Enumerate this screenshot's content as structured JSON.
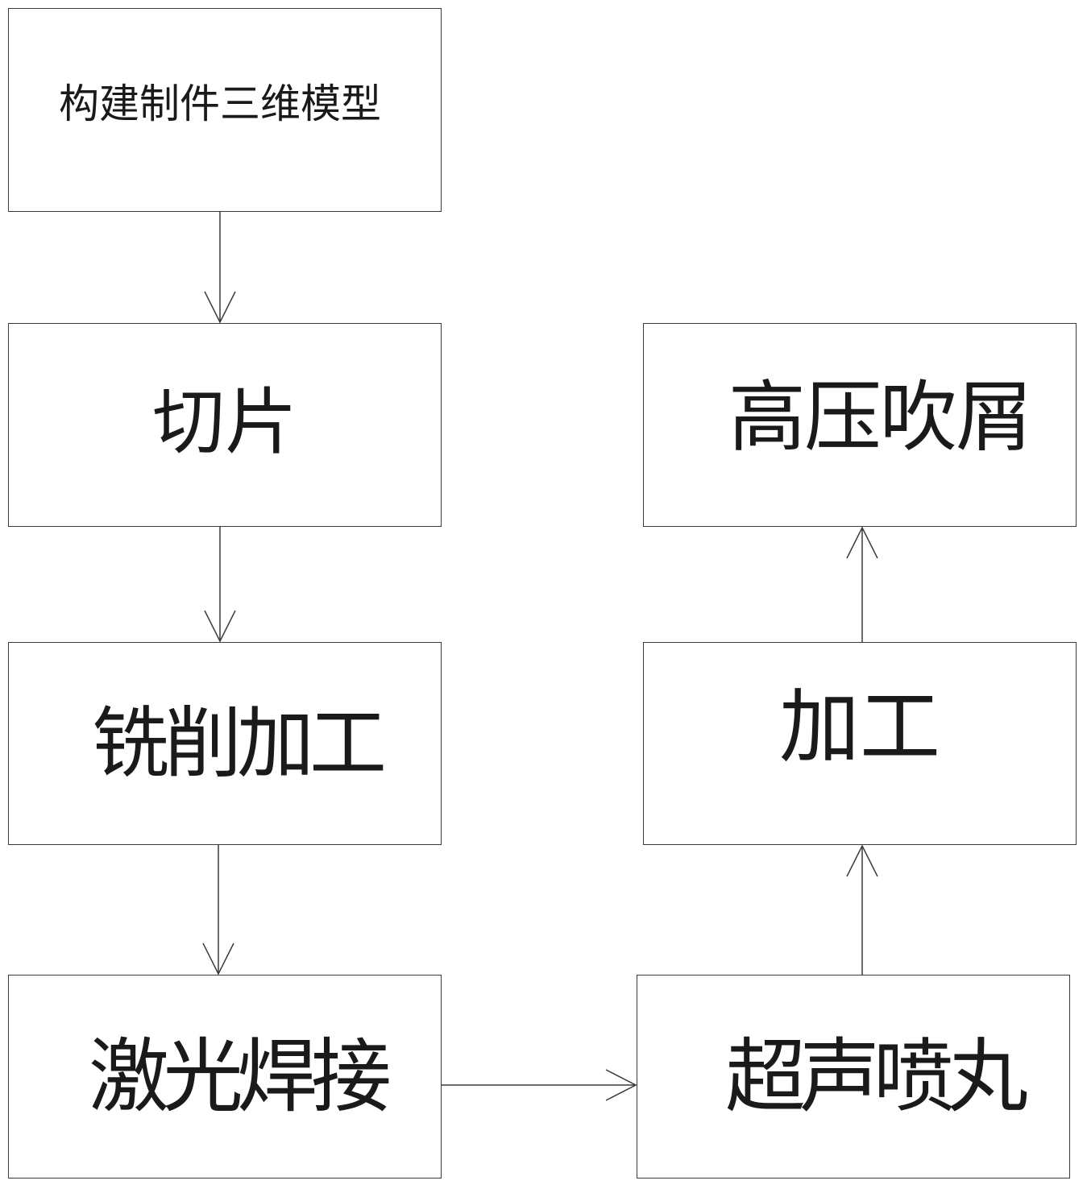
{
  "nodes": {
    "model": "构建制件三维模型",
    "slicing": "切片",
    "milling": "铣削加工",
    "laser_welding": "激光焊接",
    "ultrasonic_shot_peening": "超声喷丸",
    "machining": "加工",
    "high_pressure_chip_blowing": "高压吹屑"
  },
  "edges": [
    {
      "from": "model",
      "to": "slicing"
    },
    {
      "from": "slicing",
      "to": "milling"
    },
    {
      "from": "milling",
      "to": "laser_welding"
    },
    {
      "from": "laser_welding",
      "to": "ultrasonic_shot_peening"
    },
    {
      "from": "ultrasonic_shot_peening",
      "to": "machining"
    },
    {
      "from": "machining",
      "to": "high_pressure_chip_blowing"
    }
  ]
}
